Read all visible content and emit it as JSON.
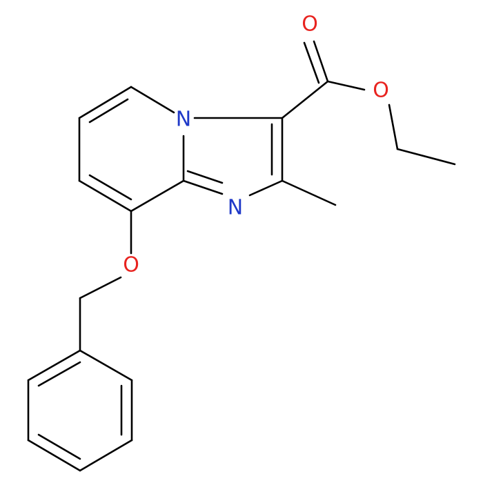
{
  "molecule": {
    "colors": {
      "bond": "#000000",
      "nitrogen": "#1f39c8",
      "oxygen": "#e8231f"
    },
    "atoms": {
      "n_bridge": "N",
      "n_ring": "N",
      "o_carbonyl": "O",
      "o_ester": "O",
      "o_ether": "O"
    }
  }
}
